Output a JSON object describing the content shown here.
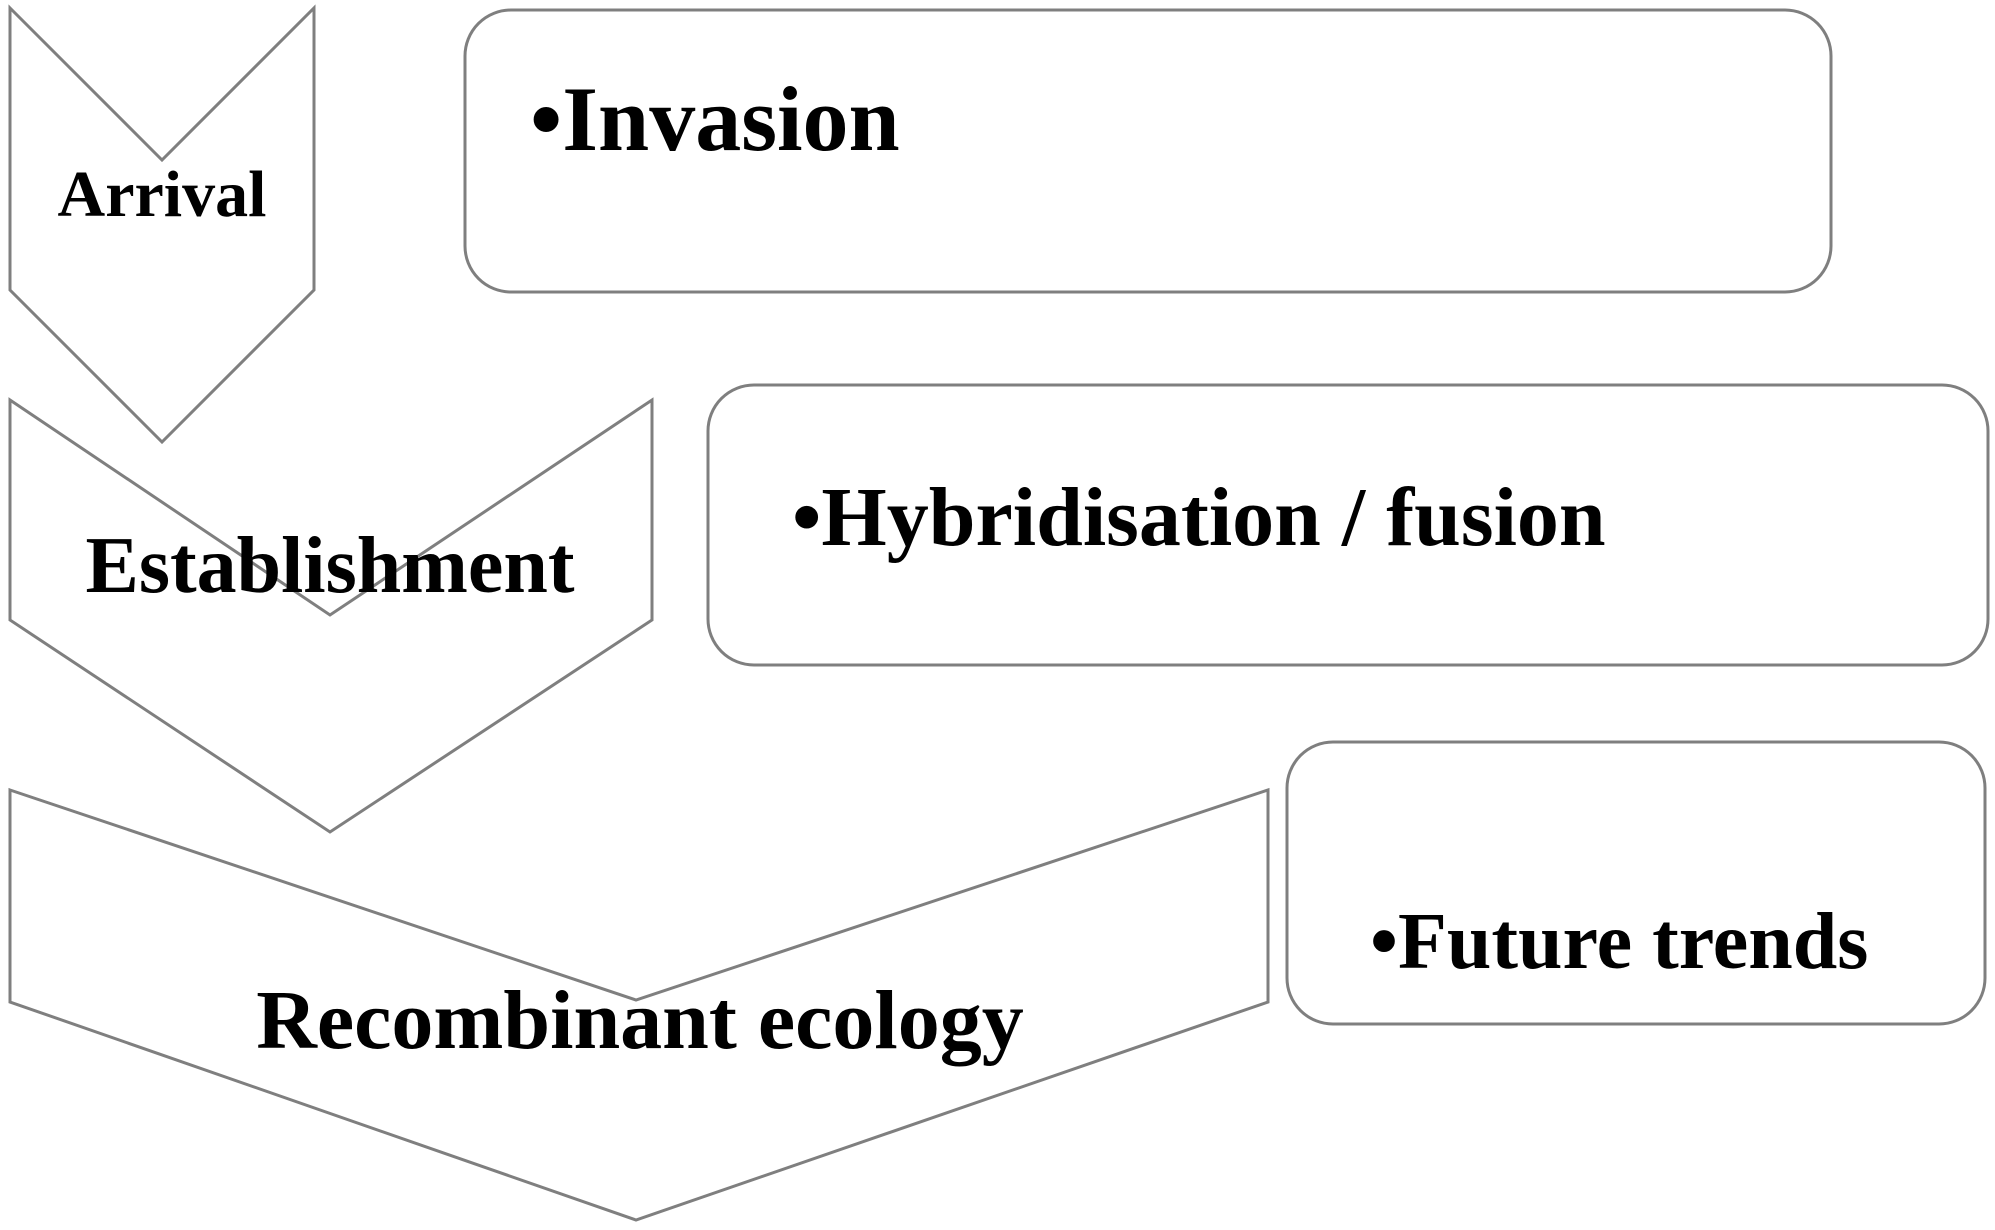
{
  "stages": [
    {
      "label": "Arrival",
      "detail": "Invasion"
    },
    {
      "label": "Establishment",
      "detail": "Hybridisation / fusion"
    },
    {
      "label": "Recombinant ecology",
      "detail": "Future trends"
    }
  ],
  "bullet": "•",
  "colors": {
    "outline": "#7f7f7f",
    "fill": "#ffffff",
    "text": "#000000"
  }
}
